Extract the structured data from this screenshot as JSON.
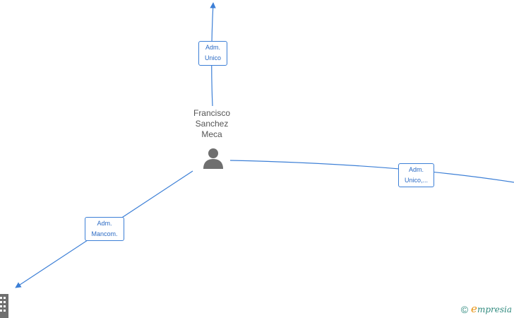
{
  "person": {
    "name_lines": [
      "Francisco",
      "Sanchez",
      "Meca"
    ],
    "icon": "person-icon"
  },
  "company": {
    "icon": "building-icon"
  },
  "edges": [
    {
      "id": "edge-top",
      "label_lines": [
        "Adm.",
        "Unico"
      ]
    },
    {
      "id": "edge-right",
      "label_lines": [
        "Adm.",
        "Unico,..."
      ]
    },
    {
      "id": "edge-bottom-left",
      "label_lines": [
        "Adm.",
        "Mancom."
      ]
    }
  ],
  "watermark": {
    "copyright_symbol": "©",
    "brand_initial": "e",
    "brand_rest": "mpresia"
  },
  "colors": {
    "edge": "#3c7fd6",
    "label_text": "#2a6ac4",
    "node_icon": "#6f6f6f",
    "brand_orange": "#e8920f",
    "brand_teal": "#2f8a7e"
  }
}
